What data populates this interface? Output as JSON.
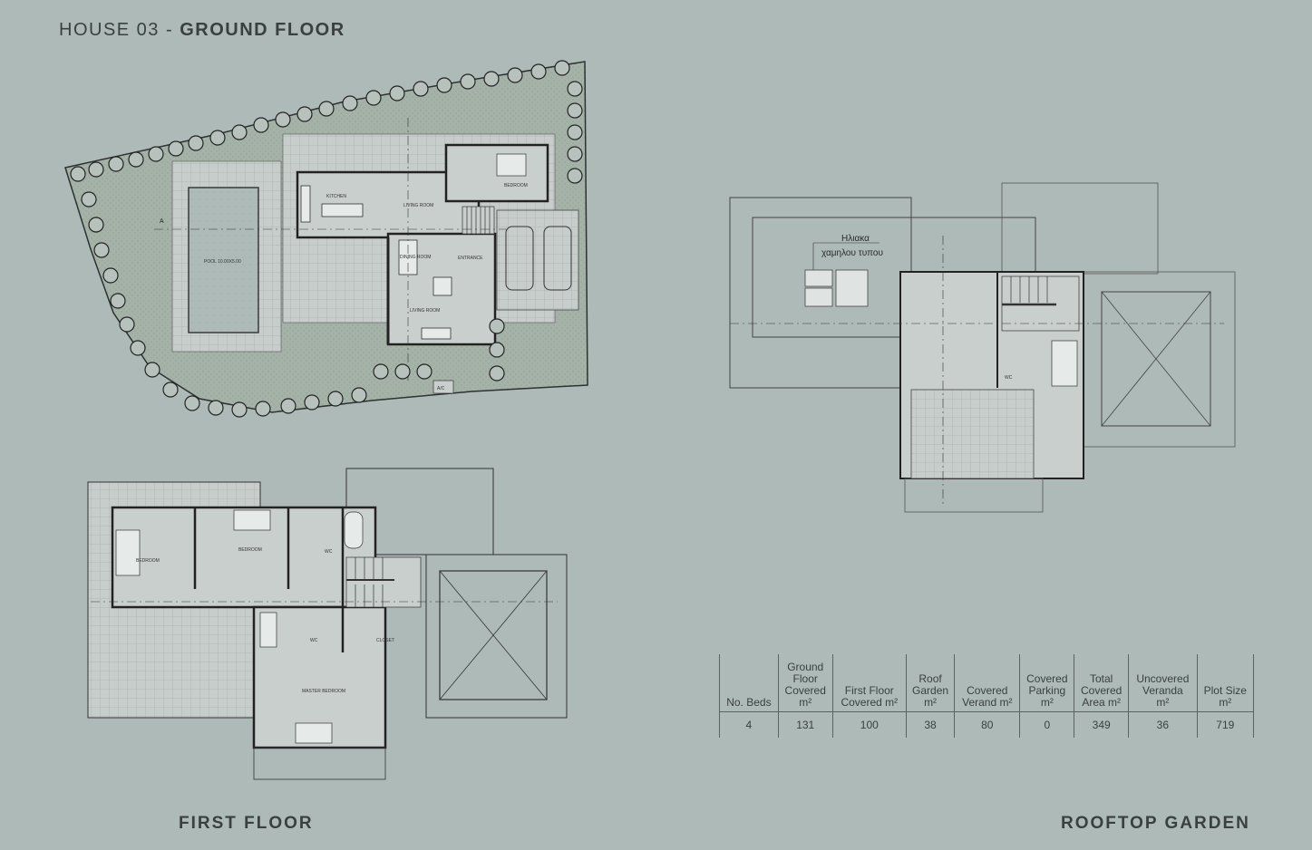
{
  "title": {
    "prefix": "HOUSE 03 - ",
    "bold": "GROUND FLOOR"
  },
  "labels": {
    "first_floor": "FIRST FLOOR",
    "rooftop_garden": "ROOFTOP GARDEN"
  },
  "ground_plan": {
    "rooms": [
      "KITCHEN",
      "LIVING ROOM",
      "BEDROOM",
      "DINING ROOM",
      "ENTRANCE",
      "LIVING ROOM",
      "POOL 10.00X5.00",
      "A/C"
    ],
    "marker": "A"
  },
  "first_plan": {
    "rooms": [
      "BEDROOM",
      "BEDROOM",
      "MASTER BEDROOM",
      "WC",
      "WC",
      "CLOSET"
    ]
  },
  "roof_plan": {
    "note_line1": "Ηλιακα",
    "note_line2": "χαμηλου τυπου",
    "wc": "WC"
  },
  "stats": {
    "headers": [
      [
        "No. Beds"
      ],
      [
        "Ground",
        "Floor",
        "Covered",
        "m²"
      ],
      [
        "First Floor",
        "Covered m²"
      ],
      [
        "Roof",
        "Garden",
        "m²"
      ],
      [
        "Covered",
        "Verand m²"
      ],
      [
        "Covered",
        "Parking",
        "m²"
      ],
      [
        "Total",
        "Covered",
        "Area m²"
      ],
      [
        "Uncovered",
        "Veranda",
        "m²"
      ],
      [
        "Plot Size",
        "m²"
      ]
    ],
    "values": [
      "4",
      "131",
      "100",
      "38",
      "80",
      "0",
      "349",
      "36",
      "719"
    ]
  }
}
